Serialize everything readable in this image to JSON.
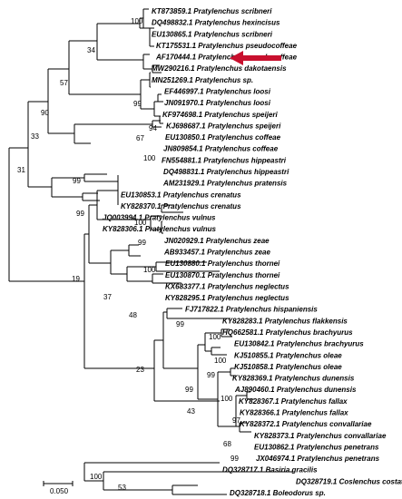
{
  "taxa": [
    "KT873859.1 Pratylenchus scribneri",
    "DQ498832.1 Pratylenchus hexincisus",
    "EU130865.1 Pratylenchus scribneri",
    "KT175531.1 Pratylenchus pseudocoffeae",
    "AF170444.1 Pratylenchus pseudocoffeae",
    "MW290216.1 Pratylenchus dakotaensis",
    "MN251269.1 Pratylenchus sp.",
    "EF446997.1 Pratylenchus loosi",
    "JN091970.1 Pratylenchus loosi",
    "KF974698.1 Pratylenchus speijeri",
    "KJ698687.1 Pratylenchus speijeri",
    "EU130850.1 Pratylenchus coffeae",
    "JN809854.1 Pratylenchus coffeae",
    "FN554881.1 Pratylenchus hippeastri",
    "DQ498831.1 Pratylenchus hippeastri",
    "AM231929.1 Pratylenchus pratensis",
    "EU130853.1 Pratylenchus crenatus",
    "KY828370.1 Pratylenchus crenatus",
    "JQ003994.1 Pratylenchus vulnus",
    "KY828306.1 Pratylenchus vulnus",
    "JN020929.1 Pratylenchus zeae",
    "AB933457.1 Pratylenchus zeae",
    "EU130880.1 Pratylenchus thornei",
    "EU130870.1 Pratylenchus thornei",
    "KX683377.1 Pratylenchus neglectus",
    "KY828295.1 Pratylenchus neglectus",
    "FJ717822.1 Pratylenchus hispaniensis",
    "KY828283.1 Pratylenchus flakkensis",
    "HQ662581.1 Pratylenchus brachyurus",
    "EU130842.1 Pratylenchus brachyurus",
    "KJ510855.1 Pratylenchus oleae",
    "KJ510858.1 Pratylenchus oleae",
    "KY828369.1 Pratylenchus dunensis",
    "AJ890460.1 Pratylenchus dunensis",
    "KY828367.1 Pratylenchus fallax",
    "KY828366.1 Pratylenchus fallax",
    "KY828372.1 Pratylenchus convallariae",
    "KY828373.1 Pratylenchus convallariae",
    "EU130862.1 Pratylenchus penetrans",
    "JX046974.1 Pratylenchus penetrans",
    "DQ328717.1 Basiria gracilis",
    "DQ328719.1 Coslenchus costatus",
    "DQ328718.1 Boleodorus sp."
  ],
  "bootstrap": {
    "n100a": "100",
    "n34": "34",
    "n57": "57",
    "n90": "90",
    "n99a": "99",
    "n67": "67",
    "n94": "94",
    "n100b": "100",
    "n33": "33",
    "n31": "31",
    "n99b": "99",
    "n99c": "99",
    "n100c": "100",
    "n99d": "99",
    "n19": "19",
    "n100d": "100",
    "n37": "37",
    "n48": "48",
    "n99e": "99",
    "n100e": "100",
    "n23": "23",
    "n100f": "100",
    "n99f": "99",
    "n99g": "99",
    "n100g": "100",
    "n43": "43",
    "n97": "97",
    "n68": "68",
    "n99h": "99",
    "n100h": "100",
    "n53": "53"
  },
  "scale_bar_label": "0.050",
  "highlight_color": "#c8102e"
}
